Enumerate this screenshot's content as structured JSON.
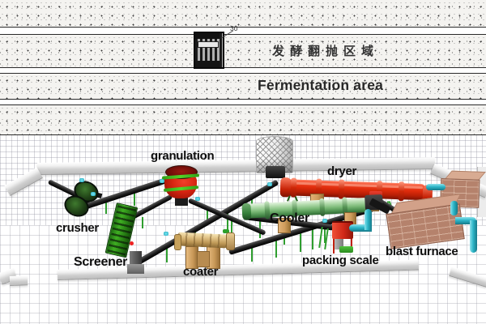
{
  "banner": {
    "dimension_label": "30",
    "machine_icon": "compost-turner-icon",
    "area_label_zh": "发酵翻抛区域",
    "area_label_en": "Fermentation area"
  },
  "labels": {
    "granulation": "granulation",
    "dryer": "dryer",
    "crusher": "crusher",
    "screener": "Screener",
    "coater": "coater",
    "cooler": "Cooler",
    "packing_scale": "packing scale",
    "blast_furnace": "blast furnace"
  },
  "colors": {
    "dryer_red": "#e02c0c",
    "cooler_green": "#7cba78",
    "granulator_red": "#d92612",
    "machine_green": "#2f9e2f",
    "accent_ring_green": "#3fc41c",
    "belt_black": "#1c1c1c",
    "pipe_teal": "#2cb6c8",
    "brick": "#b5826c",
    "coater_gold": "#d8b874",
    "wall_gray": "#d6d6d6"
  }
}
